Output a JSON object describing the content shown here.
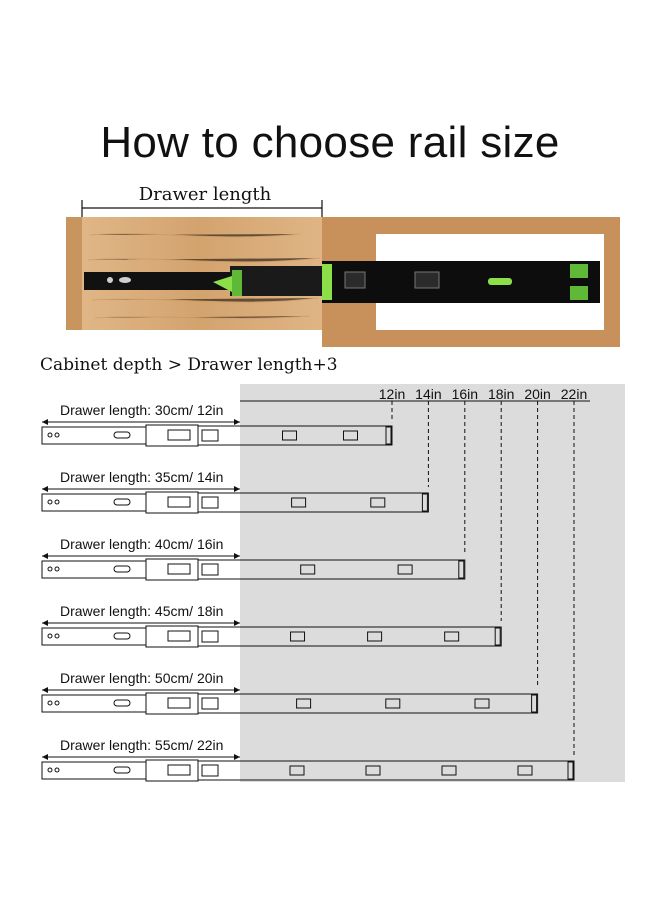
{
  "title": "How to choose rail size",
  "photo": {
    "drawer_length_label": "Drawer length"
  },
  "rule": "Cabinet depth > Drawer length+3",
  "inch_labels": [
    "12in",
    "14in",
    "16in",
    "18in",
    "20in",
    "22in"
  ],
  "rails": [
    {
      "label": "Drawer length: 30cm/ 12in",
      "inches": 12
    },
    {
      "label": "Drawer length: 35cm/ 14in",
      "inches": 14
    },
    {
      "label": "Drawer length: 40cm/ 16in",
      "inches": 16
    },
    {
      "label": "Drawer length: 45cm/ 18in",
      "inches": 18
    },
    {
      "label": "Drawer length: 50cm/ 20in",
      "inches": 20
    },
    {
      "label": "Drawer length: 55cm/ 22in",
      "inches": 22
    }
  ],
  "colors": {
    "wood": "#d8aa78",
    "cabinet_frame": "#c8905a",
    "rail_black": "#111111",
    "accent_green": "#8be04a",
    "chart_shade": "#dcdcdc"
  }
}
